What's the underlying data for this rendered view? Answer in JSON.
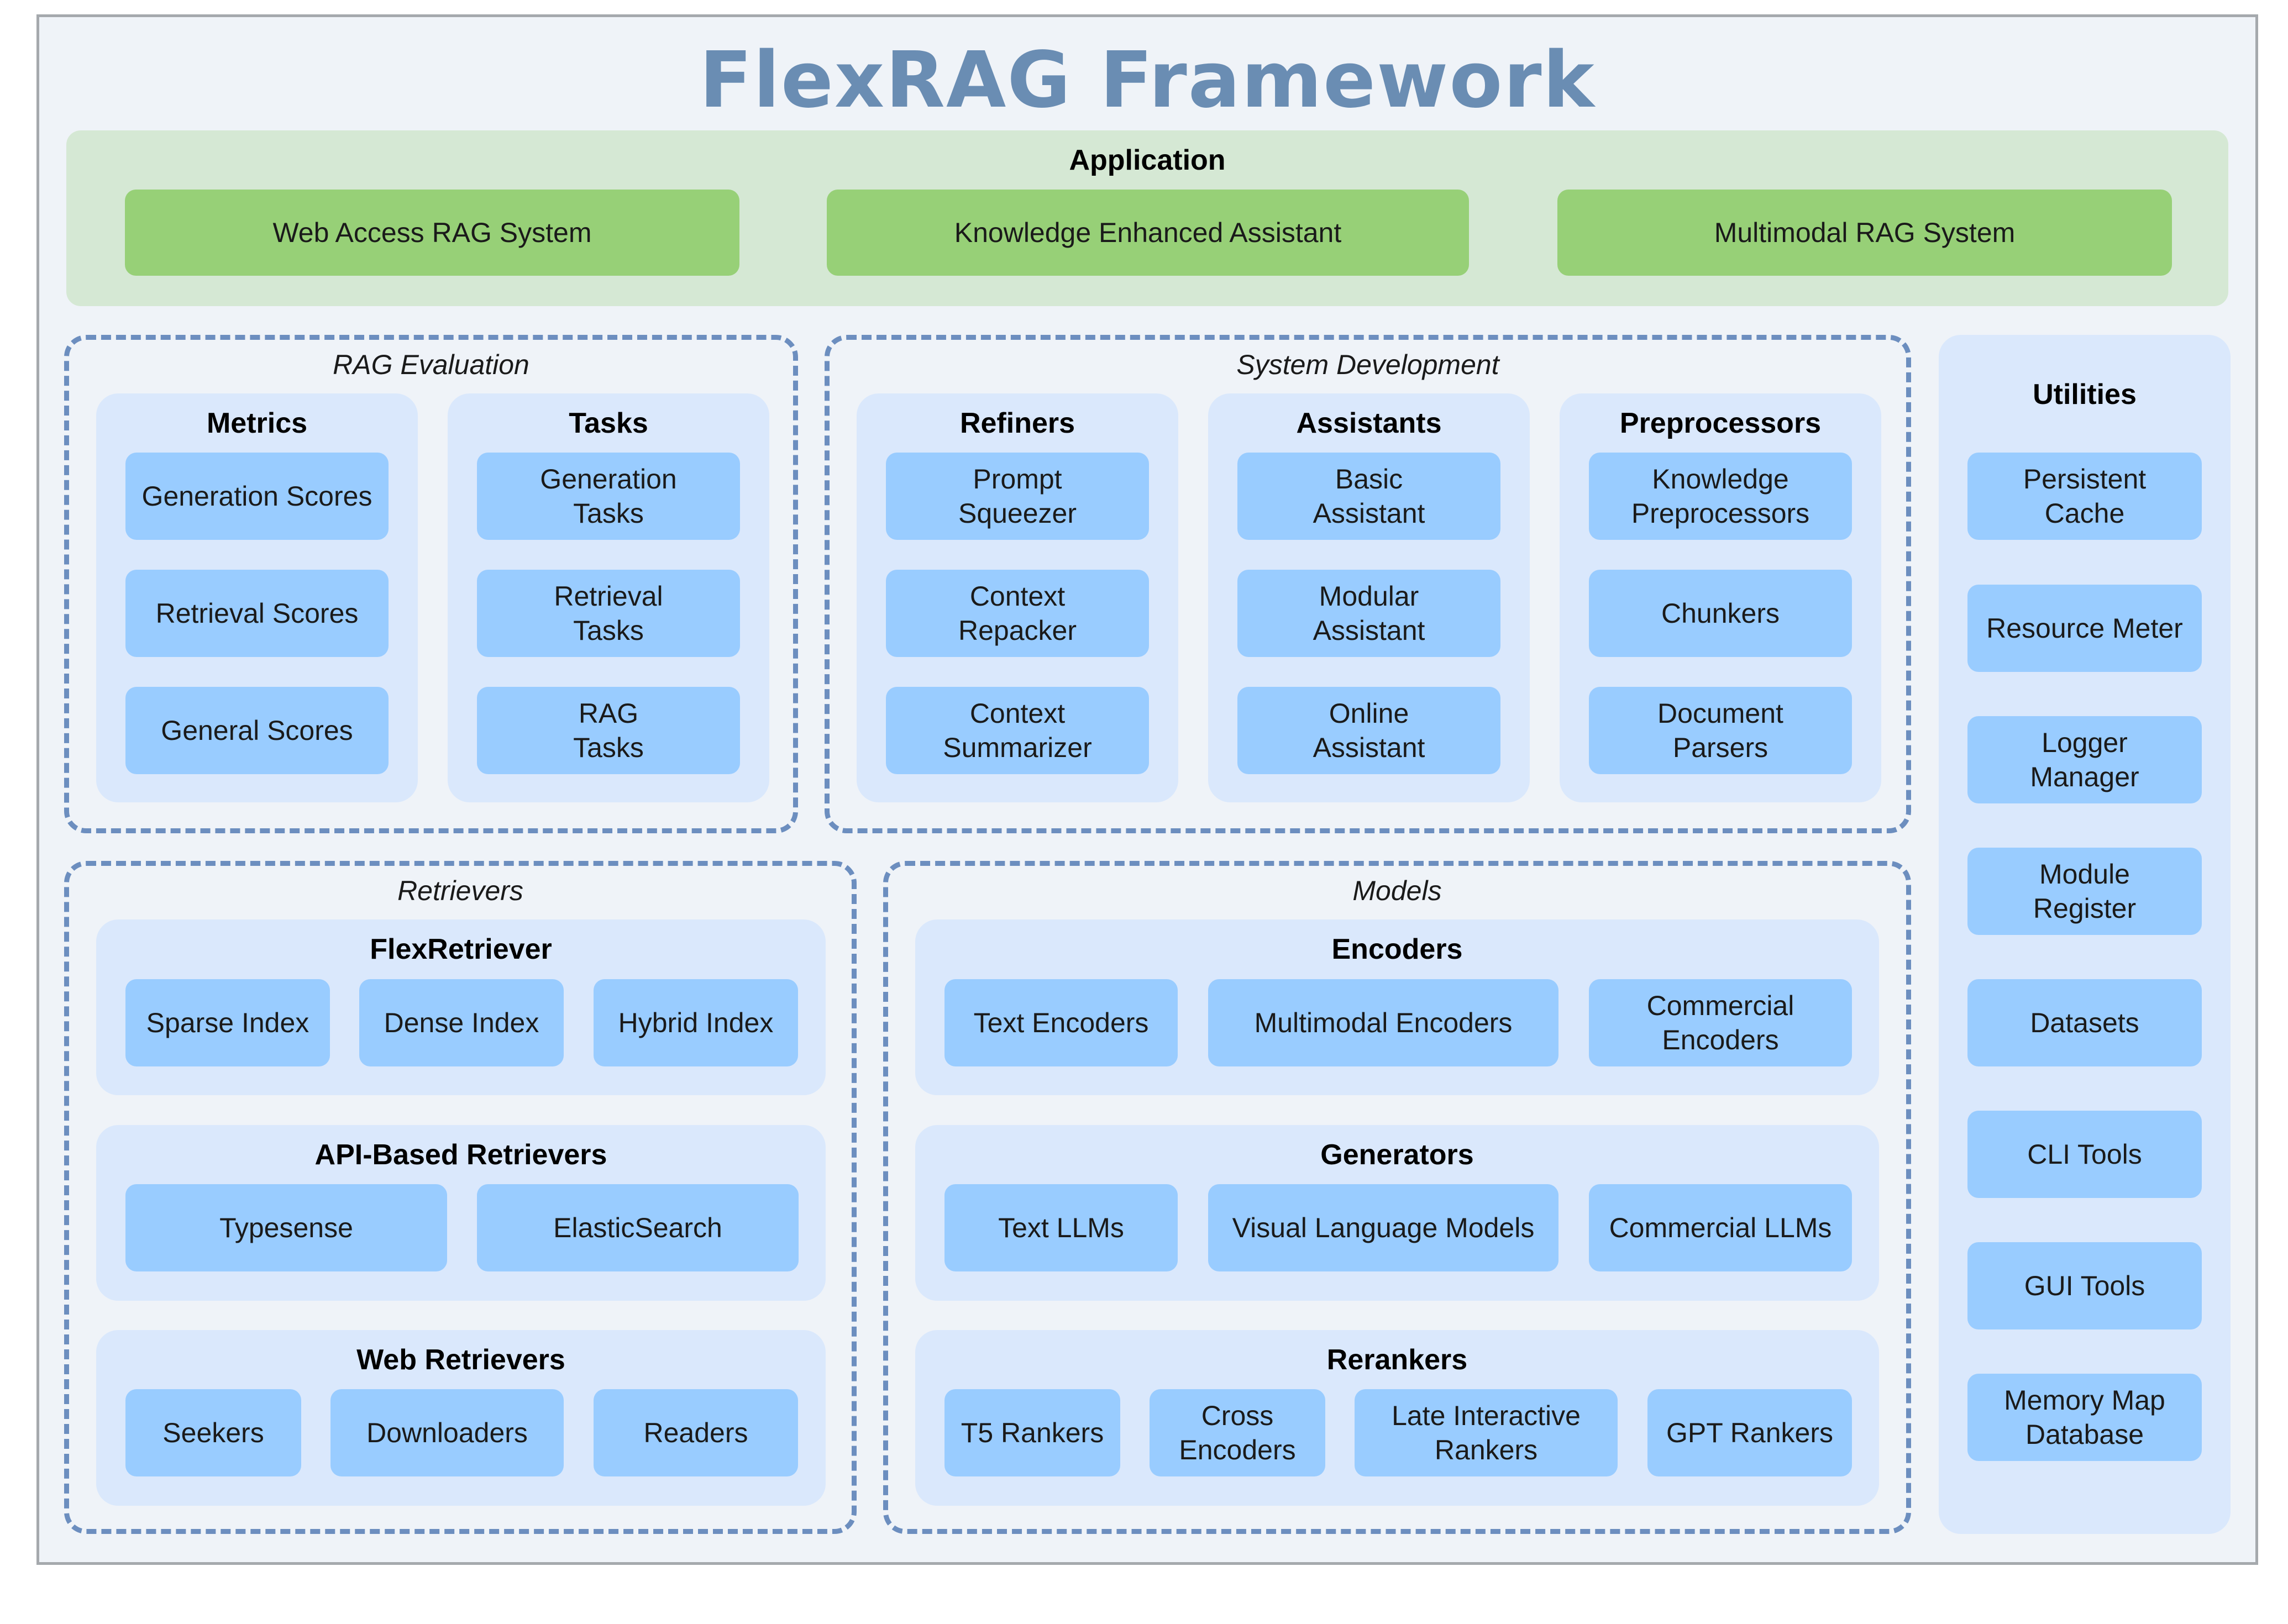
{
  "title": "FlexRAG Framework",
  "colors": {
    "frame_fill": "#eff3f8",
    "frame_border": "#a5a9ad",
    "title": "#6a8db3",
    "application_band": "#d5e8d4",
    "application_box": "#97d077",
    "dashed_border": "#6c8ebf",
    "panel": "#dae8fc",
    "item": "#99ccff"
  },
  "application": {
    "label": "Application",
    "items": [
      "Web Access RAG System",
      "Knowledge Enhanced Assistant",
      "Multimodal RAG System"
    ]
  },
  "rag_evaluation": {
    "label": "RAG Evaluation",
    "metrics": {
      "title": "Metrics",
      "items": [
        "Generation Scores",
        "Retrieval Scores",
        "General Scores"
      ]
    },
    "tasks": {
      "title": "Tasks",
      "items": [
        "Generation\nTasks",
        "Retrieval\nTasks",
        "RAG\nTasks"
      ]
    }
  },
  "system_development": {
    "label": "System Development",
    "refiners": {
      "title": "Refiners",
      "items": [
        "Prompt\nSqueezer",
        "Context\nRepacker",
        "Context\nSummarizer"
      ]
    },
    "assistants": {
      "title": "Assistants",
      "items": [
        "Basic\nAssistant",
        "Modular\nAssistant",
        "Online\nAssistant"
      ]
    },
    "preprocessors": {
      "title": "Preprocessors",
      "items": [
        "Knowledge\nPreprocessors",
        "Chunkers",
        "Document\nParsers"
      ]
    }
  },
  "utilities": {
    "title": "Utilities",
    "items": [
      "Persistent\nCache",
      "Resource Meter",
      "Logger\nManager",
      "Module\nRegister",
      "Datasets",
      "CLI Tools",
      "GUI Tools",
      "Memory Map\nDatabase"
    ]
  },
  "retrievers": {
    "label": "Retrievers",
    "flex": {
      "title": "FlexRetriever",
      "items": [
        "Sparse Index",
        "Dense Index",
        "Hybrid Index"
      ]
    },
    "api": {
      "title": "API-Based Retrievers",
      "items": [
        "Typesense",
        "ElasticSearch"
      ]
    },
    "web": {
      "title": "Web Retrievers",
      "items": [
        "Seekers",
        "Downloaders",
        "Readers"
      ]
    }
  },
  "models": {
    "label": "Models",
    "encoders": {
      "title": "Encoders",
      "items": [
        "Text Encoders",
        "Multimodal Encoders",
        "Commercial\nEncoders"
      ]
    },
    "generators": {
      "title": "Generators",
      "items": [
        "Text LLMs",
        "Visual Language Models",
        "Commercial LLMs"
      ]
    },
    "rerankers": {
      "title": "Rerankers",
      "items": [
        "T5 Rankers",
        "Cross\nEncoders",
        "Late Interactive\nRankers",
        "GPT Rankers"
      ]
    }
  }
}
